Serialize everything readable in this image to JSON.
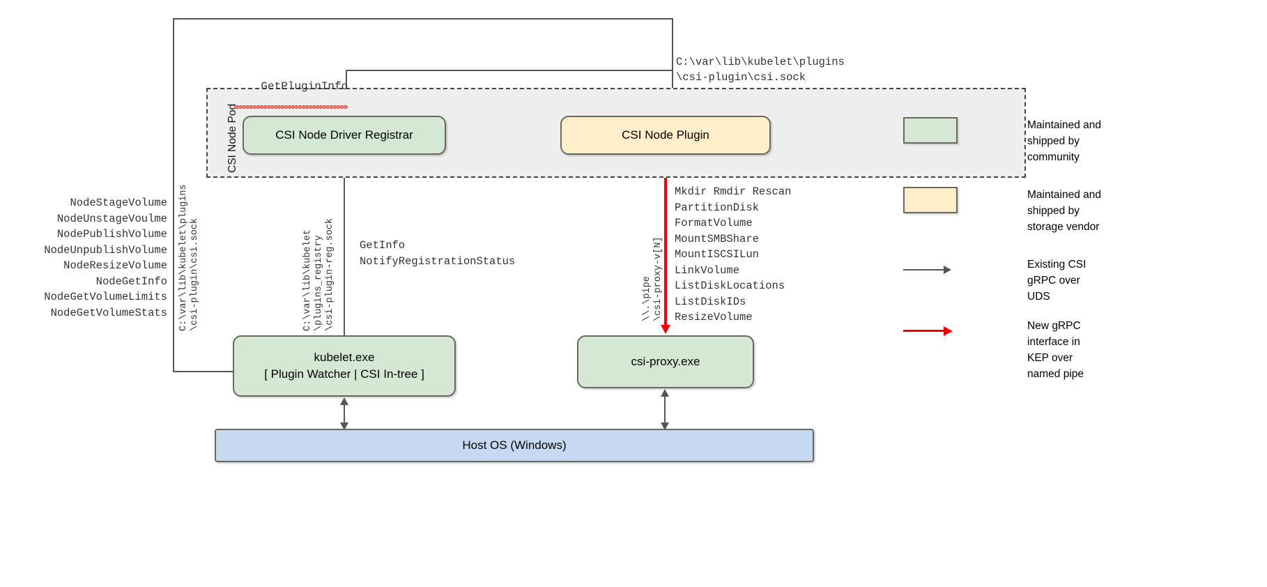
{
  "diagram": {
    "pod": {
      "label": "CSI Node Pod"
    },
    "boxes": {
      "registrar": {
        "title": "CSI Node Driver Registrar"
      },
      "plugin": {
        "title": "CSI Node Plugin"
      },
      "kubelet": {
        "title": "kubelet.exe",
        "subtitle": "[ Plugin Watcher | CSI In-tree ]"
      },
      "proxy": {
        "title": "csi-proxy.exe"
      },
      "hostos": {
        "title": "Host OS (Windows)"
      }
    },
    "labels": {
      "get_plugin_info": "GetPluginInfo",
      "plugin_socket_path": "C:\\var\\lib\\kubelet\\plugins\n\\csi-plugin\\csi.sock",
      "csi_socket_vertical": "C:\\var\\lib\\kubelet\\plugins\n\\csi-plugin\\csi.sock",
      "registry_socket_vertical": "C:\\var\\lib\\kubelet\n\\plugins_registry\n\\csi-plugin-reg.sock",
      "named_pipe_vertical": "\\\\.\\pipe\n\\csi-proxy-v[N]"
    },
    "node_api_calls": "NodeStageVolume\nNodeUnstageVoulme\nNodePublishVolume\nNodeUnpublishVolume\nNodeResizeVolume\nNodeGetInfo\nNodeGetVolumeLimits\nNodeGetVolumeStats",
    "kubelet_api_calls": "GetInfo\nNotifyRegistrationStatus",
    "proxy_api_calls": "Mkdir Rmdir Rescan\nPartitionDisk\nFormatVolume\nMountSMBShare\nMountISCSILun\nLinkVolume\nListDiskLocations\nListDiskIDs\nResizeVolume",
    "legend": [
      {
        "kind": "swatch",
        "color": "#d5e8d4",
        "text": "Maintained and\nshipped by\ncommunity"
      },
      {
        "kind": "swatch",
        "color": "#ffeec9",
        "text": "Maintained and\nshipped by\nstorage vendor"
      },
      {
        "kind": "arrow",
        "color": "#555555",
        "text": "Existing CSI\ngRPC over\nUDS"
      },
      {
        "kind": "arrow-red",
        "color": "#ef0000",
        "text": "New gRPC\ninterface in\nKEP over\nnamed pipe"
      }
    ]
  }
}
